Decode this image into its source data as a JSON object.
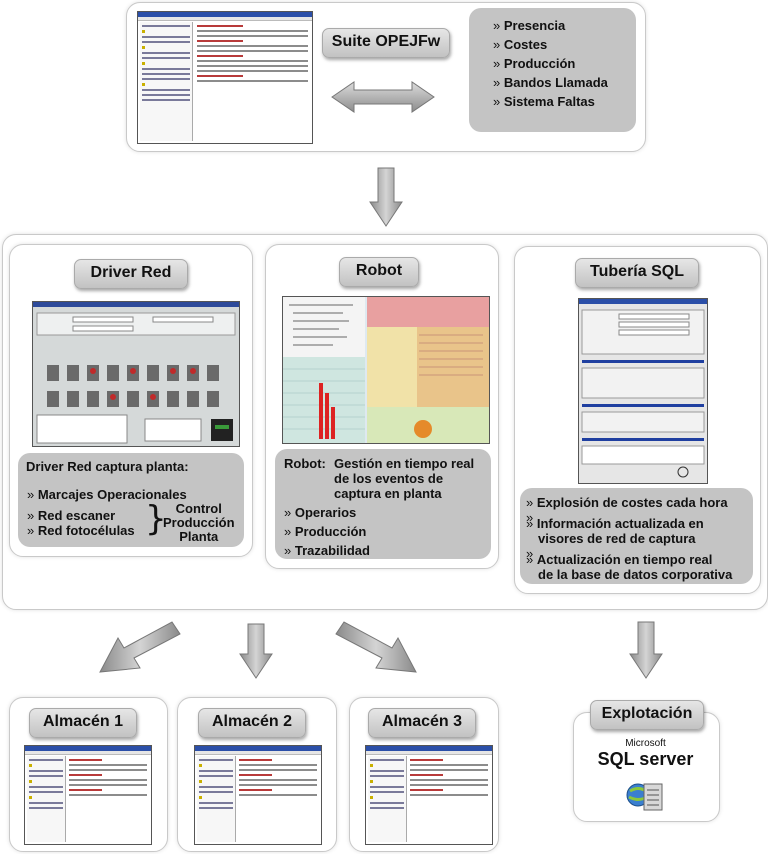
{
  "suite": {
    "title": "Suite OPEJFw",
    "modules": [
      "Presencia",
      "Costes",
      "Producción",
      "Bandos Llamada",
      "Sistema Faltas"
    ]
  },
  "driver": {
    "title": "Driver Red",
    "caption": "Driver Red captura planta:",
    "item1": "Marcajes Operacionales",
    "item2": "Red escaner",
    "item3": "Red fotocélulas",
    "brace": [
      "Control",
      "Producción",
      "Planta"
    ]
  },
  "robot": {
    "title": "Robot",
    "label": "Robot:",
    "desc": [
      "Gestión en tiempo real",
      "de los eventos de",
      "captura en planta"
    ],
    "items": [
      "Operarios",
      "Producción",
      "Trazabilidad"
    ]
  },
  "tuberia": {
    "title": "Tubería SQL",
    "items": [
      [
        "Explosión de costes cada hora"
      ],
      [
        "Información actualizada en",
        "visores de red de captura"
      ],
      [
        "Actualización en tiempo real",
        "de la base de datos corporativa"
      ]
    ]
  },
  "almacenes": [
    "Almacén 1",
    "Almacén 2",
    "Almacén 3"
  ],
  "explotacion": {
    "title": "Explotación",
    "brand": "Microsoft",
    "product": "SQL server"
  }
}
